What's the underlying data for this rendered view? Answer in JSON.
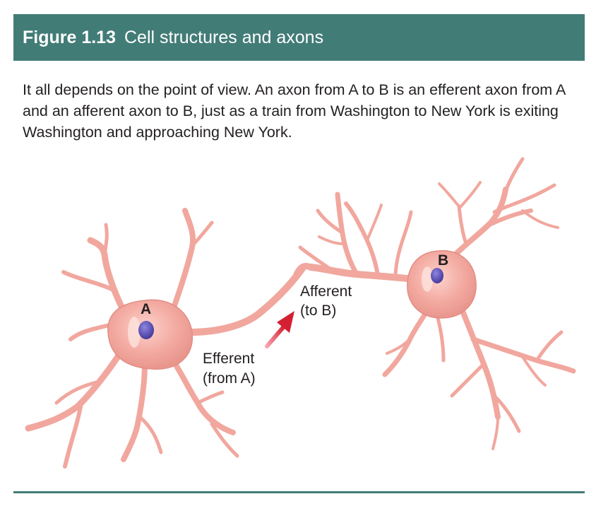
{
  "figure": {
    "number": "Figure 1.13",
    "title": "Cell structures and axons"
  },
  "caption": "It all depends on the point of view. An axon from A to B is an efferent axon from A and an afferent axon to B, just as a train from Washington to New York is exiting Washington and approaching New York.",
  "diagram": {
    "neuron_a_label": "A",
    "neuron_b_label": "B",
    "afferent_label_line1": "Afferent",
    "afferent_label_line2": "(to B)",
    "efferent_label_line1": "Efferent",
    "efferent_label_line2": "(from A)",
    "colors": {
      "header": "#427c77",
      "cell_body": "#f0a8a0",
      "cell_outline": "#d98a82",
      "nucleus": "#5b4fb0",
      "arrow": "#d8283a"
    }
  }
}
